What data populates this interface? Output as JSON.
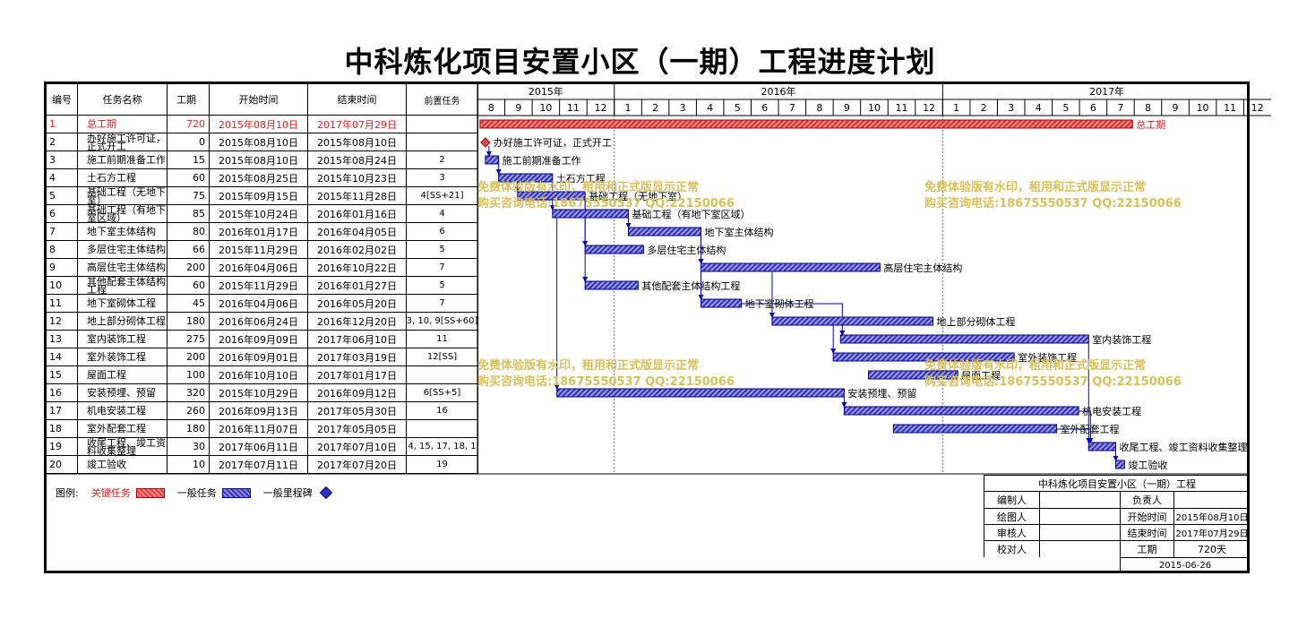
{
  "title": "中科炼化项目安置小区（一期）工程进度计划",
  "table": {
    "headers": {
      "id": "编号",
      "name": "任务名称",
      "dur": "工期",
      "start": "开始时间",
      "end": "结束时间",
      "pred": "前置任务"
    },
    "rows": [
      {
        "id": "1",
        "name": "总工期",
        "dur": "720",
        "start": "2015年08月10日",
        "end": "2017年07月29日",
        "pred": "",
        "critical": true
      },
      {
        "id": "2",
        "name": "办好施工许可证，正式开工",
        "dur": "0",
        "start": "2015年08月10日",
        "end": "2015年08月10日",
        "pred": ""
      },
      {
        "id": "3",
        "name": "施工前期准备工作",
        "dur": "15",
        "start": "2015年08月10日",
        "end": "2015年08月24日",
        "pred": "2"
      },
      {
        "id": "4",
        "name": "土石方工程",
        "dur": "60",
        "start": "2015年08月25日",
        "end": "2015年10月23日",
        "pred": "3"
      },
      {
        "id": "5",
        "name": "基础工程（无地下室）",
        "dur": "75",
        "start": "2015年09月15日",
        "end": "2015年11月28日",
        "pred": "4[SS+21]"
      },
      {
        "id": "6",
        "name": "基础工程（有地下室区域）",
        "dur": "85",
        "start": "2015年10月24日",
        "end": "2016年01月16日",
        "pred": "4"
      },
      {
        "id": "7",
        "name": "地下室主体结构",
        "dur": "80",
        "start": "2016年01月17日",
        "end": "2016年04月05日",
        "pred": "6"
      },
      {
        "id": "8",
        "name": "多层住宅主体结构",
        "dur": "66",
        "start": "2015年11月29日",
        "end": "2016年02月02日",
        "pred": "5"
      },
      {
        "id": "9",
        "name": "高层住宅主体结构",
        "dur": "200",
        "start": "2016年04月06日",
        "end": "2016年10月22日",
        "pred": "7"
      },
      {
        "id": "10",
        "name": "其他配套主体结构工程",
        "dur": "60",
        "start": "2015年11月29日",
        "end": "2016年01月27日",
        "pred": "5"
      },
      {
        "id": "11",
        "name": "地下室砌体工程",
        "dur": "45",
        "start": "2016年04月06日",
        "end": "2016年05月20日",
        "pred": "7"
      },
      {
        "id": "12",
        "name": "地上部分砌体工程",
        "dur": "180",
        "start": "2016年06月24日",
        "end": "2016年12月20日",
        "pred": "3, 10, 9[SS+60]"
      },
      {
        "id": "13",
        "name": "室内装饰工程",
        "dur": "275",
        "start": "2016年09月09日",
        "end": "2017年06月10日",
        "pred": "11"
      },
      {
        "id": "14",
        "name": "室外装饰工程",
        "dur": "200",
        "start": "2016年09月01日",
        "end": "2017年03月19日",
        "pred": "12[SS]"
      },
      {
        "id": "15",
        "name": "屋面工程",
        "dur": "100",
        "start": "2016年10月10日",
        "end": "2017年01月17日",
        "pred": ""
      },
      {
        "id": "16",
        "name": "安装预埋、预留",
        "dur": "320",
        "start": "2015年10月29日",
        "end": "2016年09月12日",
        "pred": "6[SS+5]"
      },
      {
        "id": "17",
        "name": "机电安装工程",
        "dur": "260",
        "start": "2016年09月13日",
        "end": "2017年05月30日",
        "pred": "16"
      },
      {
        "id": "18",
        "name": "室外配套工程",
        "dur": "180",
        "start": "2016年11月07日",
        "end": "2017年05月05日",
        "pred": ""
      },
      {
        "id": "19",
        "name": "收尾工程、竣工资料收集整理",
        "dur": "30",
        "start": "2017年06月11日",
        "end": "2017年07月10日",
        "pred": "4, 15, 17, 18, 1"
      },
      {
        "id": "20",
        "name": "竣工验收",
        "dur": "10",
        "start": "2017年07月11日",
        "end": "2017年07月20日",
        "pred": "19"
      }
    ]
  },
  "chart_data": {
    "type": "gantt",
    "timescale": {
      "years": [
        "2015年",
        "2016年",
        "2017年"
      ],
      "months": [
        "8",
        "9",
        "10",
        "11",
        "12",
        "1",
        "2",
        "3",
        "4",
        "5",
        "6",
        "7",
        "8",
        "9",
        "10",
        "11",
        "12",
        "1",
        "2",
        "3",
        "4",
        "5",
        "6",
        "7",
        "8",
        "9",
        "10",
        "11",
        "12"
      ]
    },
    "tasks": [
      {
        "id": 1,
        "label": "总工期",
        "start": "2015-08-10",
        "end": "2017-07-29",
        "kind": "critical"
      },
      {
        "id": 2,
        "label": "办好施工许可证，正式开工",
        "start": "2015-08-10",
        "end": "2015-08-10",
        "kind": "milestone"
      },
      {
        "id": 3,
        "label": "施工前期准备工作",
        "start": "2015-08-10",
        "end": "2015-08-24",
        "kind": "normal"
      },
      {
        "id": 4,
        "label": "土石方工程",
        "start": "2015-08-25",
        "end": "2015-10-23",
        "kind": "normal"
      },
      {
        "id": 5,
        "label": "基础工程（无地下室）",
        "start": "2015-09-15",
        "end": "2015-11-28",
        "kind": "normal"
      },
      {
        "id": 6,
        "label": "基础工程（有地下室区域）",
        "start": "2015-10-24",
        "end": "2016-01-16",
        "kind": "normal"
      },
      {
        "id": 7,
        "label": "地下室主体结构",
        "start": "2016-01-17",
        "end": "2016-04-05",
        "kind": "normal"
      },
      {
        "id": 8,
        "label": "多层住宅主体结构",
        "start": "2015-11-29",
        "end": "2016-02-02",
        "kind": "normal"
      },
      {
        "id": 9,
        "label": "高层住宅主体结构",
        "start": "2016-04-06",
        "end": "2016-10-22",
        "kind": "normal"
      },
      {
        "id": 10,
        "label": "其他配套主体结构工程",
        "start": "2015-11-29",
        "end": "2016-01-27",
        "kind": "normal"
      },
      {
        "id": 11,
        "label": "地下室砌体工程",
        "start": "2016-04-06",
        "end": "2016-05-20",
        "kind": "normal"
      },
      {
        "id": 12,
        "label": "地上部分砌体工程",
        "start": "2016-06-24",
        "end": "2016-12-20",
        "kind": "normal"
      },
      {
        "id": 13,
        "label": "室内装饰工程",
        "start": "2016-09-09",
        "end": "2017-06-10",
        "kind": "normal"
      },
      {
        "id": 14,
        "label": "室外装饰工程",
        "start": "2016-09-01",
        "end": "2017-03-19",
        "kind": "normal"
      },
      {
        "id": 15,
        "label": "屋面工程",
        "start": "2016-10-10",
        "end": "2017-01-17",
        "kind": "normal"
      },
      {
        "id": 16,
        "label": "安装预埋、预留",
        "start": "2015-10-29",
        "end": "2016-09-12",
        "kind": "normal"
      },
      {
        "id": 17,
        "label": "机电安装工程",
        "start": "2016-09-13",
        "end": "2017-05-30",
        "kind": "normal"
      },
      {
        "id": 18,
        "label": "室外配套工程",
        "start": "2016-11-07",
        "end": "2017-05-05",
        "kind": "normal"
      },
      {
        "id": 19,
        "label": "收尾工程、竣工资料收集整理",
        "start": "2017-06-11",
        "end": "2017-07-10",
        "kind": "normal"
      },
      {
        "id": 20,
        "label": "竣工验收",
        "start": "2017-07-11",
        "end": "2017-07-20",
        "kind": "normal"
      }
    ],
    "links": [
      [
        2,
        3
      ],
      [
        3,
        4
      ],
      [
        4,
        5
      ],
      [
        4,
        6
      ],
      [
        6,
        7
      ],
      [
        5,
        8
      ],
      [
        7,
        9
      ],
      [
        5,
        10
      ],
      [
        7,
        11
      ],
      [
        9,
        12
      ],
      [
        11,
        13
      ],
      [
        12,
        14
      ],
      [
        6,
        16
      ],
      [
        16,
        17
      ],
      [
        17,
        19
      ],
      [
        18,
        19
      ],
      [
        13,
        19
      ],
      [
        19,
        20
      ]
    ]
  },
  "legend": {
    "label": "图例:",
    "critical": "关键任务",
    "normal": "一般任务",
    "milestone": "一般里程碑"
  },
  "info": {
    "title": "中科炼化项目安置小区（一期）工程",
    "editor_label": "编制人",
    "owner_label": "负责人",
    "drawer_label": "绘图人",
    "start_label": "开始时间",
    "start_value": "2015年08月10日",
    "reviewer_label": "审核人",
    "end_label": "结束时间",
    "end_value": "2017年07月29日",
    "checker_label": "校对人",
    "dur_label": "工期",
    "dur_value": "720天",
    "date": "2015-06-26"
  },
  "watermark": {
    "line1": "免费体验版有水印，租用和正式版显示正常",
    "line2": "购买咨询电话:18675550537 QQ:22150066"
  },
  "colors": {
    "critical": "#e04848",
    "normal": "#3a3ab8",
    "link": "#0000c8"
  }
}
